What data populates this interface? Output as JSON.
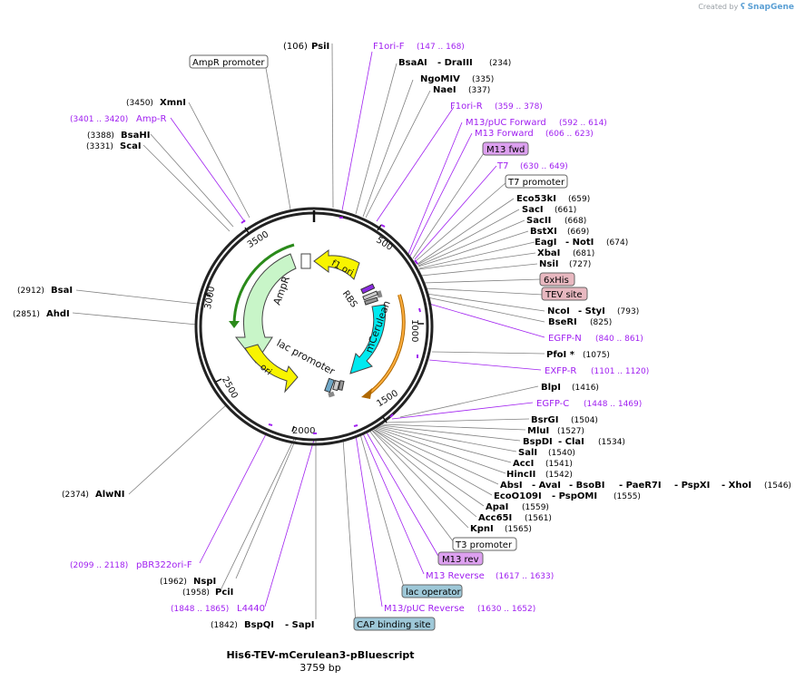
{
  "header": {
    "credit_prefix": "Created by",
    "credit_brand": "SnapGene"
  },
  "plasmid": {
    "name": "His6-TEV-mCerulean3-pBluescript",
    "size_label": "3759 bp"
  },
  "ticks": [
    "500",
    "1000",
    "1500",
    "2000",
    "2500",
    "3000",
    "3500"
  ],
  "features": [
    {
      "key": "f1ori",
      "label": "f1 ori",
      "color": "#f8f400"
    },
    {
      "key": "ampr",
      "label": "AmpR",
      "color": "#c8f5c8"
    },
    {
      "key": "ori",
      "label": "ori",
      "color": "#f8f400"
    },
    {
      "key": "lacpromoter",
      "label": "lac promoter",
      "color": "#ffffff"
    },
    {
      "key": "mcerulean",
      "label": "mCerulean",
      "color": "#00eaf0"
    },
    {
      "key": "rbs",
      "label": "RBS",
      "color": "#ffffff"
    }
  ],
  "colors": {
    "enzyme": "#000000",
    "primer": "#a020f0",
    "line": "#808080",
    "arc": "#222222"
  },
  "labels": {
    "psi": {
      "pos": "(106)",
      "name": "PsiI"
    },
    "f1ori_f": {
      "name": "F1ori-F",
      "range": "(147 .. 168)"
    },
    "bsaai": {
      "name": "BsaAI",
      "name2": "- DraIII",
      "pos": "(234)"
    },
    "ngomiv": {
      "name": "NgoMIV",
      "pos": "(335)"
    },
    "naei": {
      "name": "NaeI",
      "pos": "(337)"
    },
    "f1ori_r": {
      "name": "F1ori-R",
      "range": "(359 .. 378)"
    },
    "m13puc_fwd": {
      "name": "M13/pUC Forward",
      "range": "(592 .. 614)"
    },
    "m13_forward": {
      "name": "M13 Forward",
      "range": "(606 .. 623)"
    },
    "m13fwd": {
      "name": "M13 fwd"
    },
    "t7": {
      "name": "T7",
      "range": "(630 .. 649)"
    },
    "t7promoter": {
      "name": "T7 promoter"
    },
    "eco53ki": {
      "name": "Eco53kI",
      "pos": "(659)"
    },
    "saci": {
      "name": "SacI",
      "pos": "(661)"
    },
    "sacii": {
      "name": "SacII",
      "pos": "(668)"
    },
    "bstxi": {
      "name": "BstXI",
      "pos": "(669)"
    },
    "eagi": {
      "name": "EagI",
      "name2": "- NotI",
      "pos": "(674)"
    },
    "xbai": {
      "name": "XbaI",
      "pos": "(681)"
    },
    "nsii": {
      "name": "NsiI",
      "pos": "(727)"
    },
    "his6": {
      "name": "6xHis"
    },
    "tevsite": {
      "name": "TEV site"
    },
    "ncoi": {
      "name": "NcoI",
      "name2": "- StyI",
      "pos": "(793)"
    },
    "bseri": {
      "name": "BseRI",
      "pos": "(825)"
    },
    "egfp_n": {
      "name": "EGFP-N",
      "range": "(840 .. 861)"
    },
    "pfoi": {
      "name": "PfoI *",
      "pos": "(1075)"
    },
    "exfp_r": {
      "name": "EXFP-R",
      "range": "(1101 .. 1120)"
    },
    "blpi": {
      "name": "BlpI",
      "pos": "(1416)"
    },
    "egfp_c": {
      "name": "EGFP-C",
      "range": "(1448 .. 1469)"
    },
    "bsrgi": {
      "name": "BsrGI",
      "pos": "(1504)"
    },
    "mlui": {
      "name": "MluI",
      "pos": "(1527)"
    },
    "bspdi": {
      "name": "BspDI",
      "name2": "- ClaI",
      "pos": "(1534)"
    },
    "sali": {
      "name": "SalI",
      "pos": "(1540)"
    },
    "acci": {
      "name": "AccI",
      "pos": "(1541)"
    },
    "hincii": {
      "name": "HincII",
      "pos": "(1542)"
    },
    "absi": {
      "name": "AbsI",
      "name2": "- AvaI",
      "name3": "- BsoBI",
      "name4": "- PaeR7I",
      "name5": "- PspXI",
      "name6": "- XhoI",
      "pos": "(1546)"
    },
    "eco0109i": {
      "name": "EcoO109I",
      "name2": "- PspOMI",
      "pos": "(1555)"
    },
    "apai": {
      "name": "ApaI",
      "pos": "(1559)"
    },
    "acc65i": {
      "name": "Acc65I",
      "pos": "(1561)"
    },
    "kpni": {
      "name": "KpnI",
      "pos": "(1565)"
    },
    "t3promoter": {
      "name": "T3 promoter"
    },
    "m13rev": {
      "name": "M13 rev"
    },
    "m13reverse": {
      "name": "M13 Reverse",
      "range": "(1617 .. 1633)"
    },
    "lacoperator": {
      "name": "lac operator"
    },
    "m13puc_rev": {
      "name": "M13/pUC Reverse",
      "range": "(1630 .. 1652)"
    },
    "cap": {
      "name": "CAP binding site"
    },
    "bspqi": {
      "pos": "(1842)",
      "name": "BspQI",
      "name2": "- SapI"
    },
    "l4440": {
      "range": "(1848 .. 1865)",
      "name": "L4440"
    },
    "pcii": {
      "pos": "(1958)",
      "name": "PciI"
    },
    "nspi": {
      "pos": "(1962)",
      "name": "NspI"
    },
    "pbr322": {
      "range": "(2099 .. 2118)",
      "name": "pBR322ori-F"
    },
    "alwni": {
      "pos": "(2374)",
      "name": "AlwNI"
    },
    "ahdi": {
      "pos": "(2851)",
      "name": "AhdI"
    },
    "bsai": {
      "pos": "(2912)",
      "name": "BsaI"
    },
    "scai": {
      "pos": "(3331)",
      "name": "ScaI"
    },
    "bsahi": {
      "pos": "(3388)",
      "name": "BsaHI"
    },
    "ampr_primer": {
      "range": "(3401 .. 3420)",
      "name": "Amp-R"
    },
    "xmni": {
      "pos": "(3450)",
      "name": "XmnI"
    },
    "amprpromoter": {
      "name": "AmpR promoter"
    }
  }
}
